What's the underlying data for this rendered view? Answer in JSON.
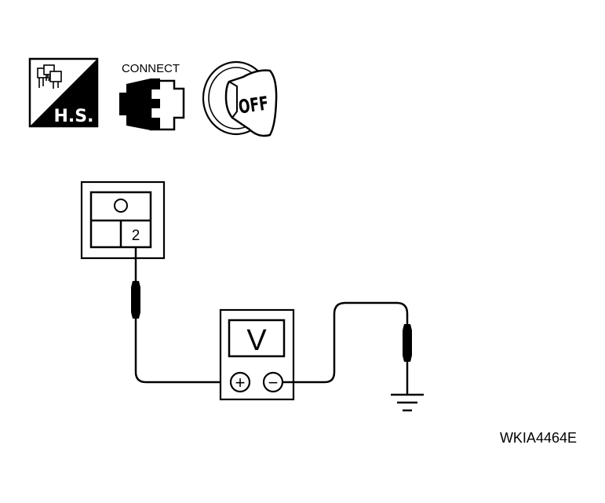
{
  "icons": {
    "harness_side": {
      "name": "harness-side-icon",
      "label": "H.S."
    },
    "connect": {
      "name": "connector-icon",
      "label": "CONNECT"
    },
    "ignition": {
      "name": "ignition-key-off-icon",
      "label": "OFF"
    }
  },
  "connector": {
    "terminal_label": "2"
  },
  "voltmeter": {
    "display": "V",
    "positive_symbol": "+",
    "negative_symbol": "−"
  },
  "figure_id": "WKIA4464E",
  "colors": {
    "ink": "#000000",
    "paper": "#ffffff"
  }
}
